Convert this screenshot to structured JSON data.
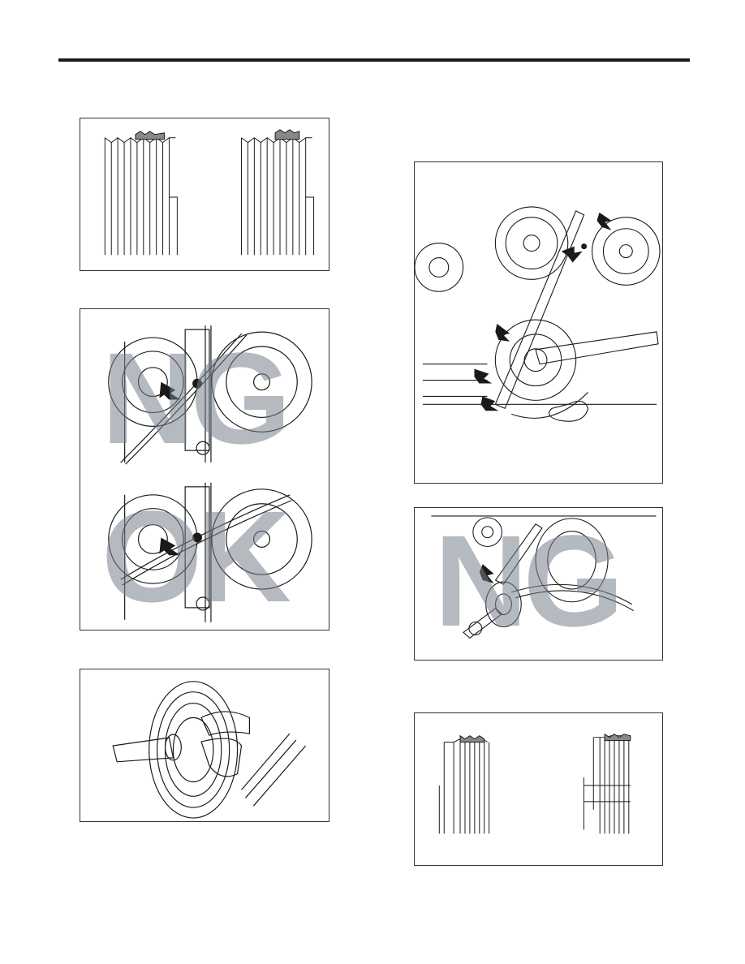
{
  "page": {
    "figures": [
      {
        "id": "fig-belt-groove-top-left",
        "watermark": ""
      },
      {
        "id": "fig-tensioner-ng",
        "watermark": "NG"
      },
      {
        "id": "fig-tensioner-ok",
        "watermark": "OK"
      },
      {
        "id": "fig-crank-pulley",
        "watermark": ""
      },
      {
        "id": "fig-engine-front",
        "watermark": ""
      },
      {
        "id": "fig-pulley-ng",
        "watermark": "NG"
      },
      {
        "id": "fig-belt-groove-bottom-right",
        "watermark": ""
      }
    ]
  },
  "colors": {
    "watermark": "#78808c",
    "line": "#1a1a1a",
    "belt_hatch": "#777777"
  }
}
